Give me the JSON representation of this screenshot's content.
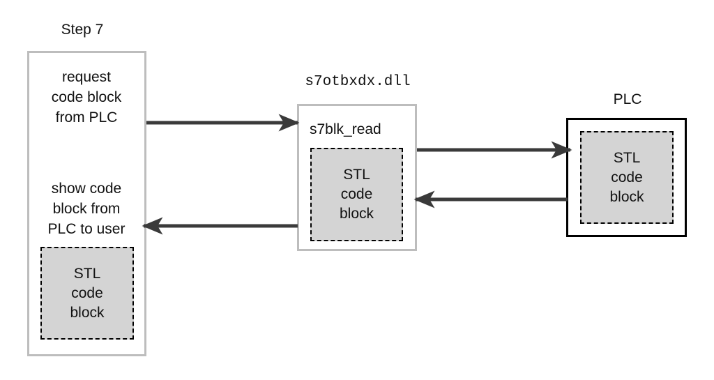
{
  "step7": {
    "title": "Step 7",
    "request_line1": "request",
    "request_line2": "code block",
    "request_line3": "from PLC",
    "show_line1": "show code",
    "show_line2": "block from",
    "show_line3": "PLC to user"
  },
  "dll": {
    "title": "s7otbxdx.dll",
    "function": "s7blk_read"
  },
  "plc": {
    "title": "PLC"
  },
  "stl_block": {
    "line1": "STL",
    "line2": "code",
    "line3": "block"
  }
}
